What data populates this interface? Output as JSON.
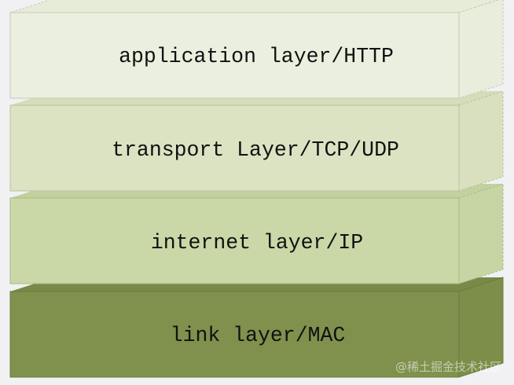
{
  "diagram": {
    "type": "stacked-layers",
    "title": "",
    "layers": [
      {
        "label": "application layer/HTTP",
        "front": "#ebefdf",
        "top": "#e6ecd7",
        "side": "#e9eedc",
        "border": "#c5cbb3"
      },
      {
        "label": "transport Layer/TCP/UDP",
        "front": "#dbe3c3",
        "top": "#d4ddb9",
        "side": "#d8e0bf",
        "border": "#b8c29d"
      },
      {
        "label": "internet layer/IP",
        "front": "#cad8a8",
        "top": "#c2d19d",
        "side": "#c7d5a4",
        "border": "#a9b985"
      },
      {
        "label": "link layer/MAC",
        "front": "#7f914d",
        "top": "#788a47",
        "side": "#7c8e4a",
        "border": "#667a37"
      }
    ]
  },
  "watermark": "@稀土掘金技术社区"
}
